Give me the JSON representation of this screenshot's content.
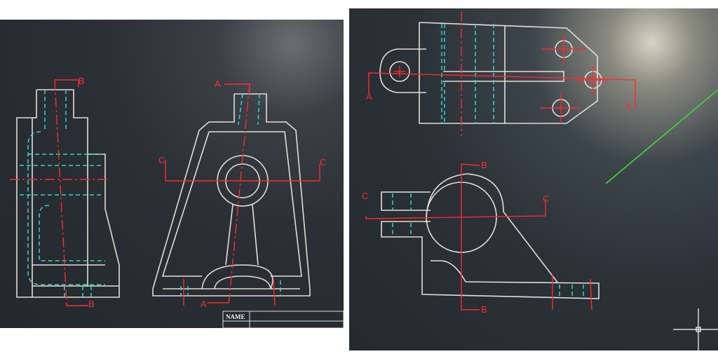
{
  "title_block": {
    "name_label": "NAME"
  },
  "section_labels": {
    "side_view_top": "B",
    "side_view_bottom": "B",
    "front_view_top": "A",
    "front_view_bottom": "A",
    "front_view_left": "C",
    "front_view_right": "C",
    "top_view_left": "A",
    "top_view_right": "A",
    "bottom_view_top": "B",
    "bottom_view_bottom": "B",
    "bottom_view_left": "C",
    "bottom_view_right": "C"
  },
  "colors": {
    "outline": "#e8dcd2",
    "hidden": "#2fd6d0",
    "center": "#ff2a2a",
    "accent": "#3ddc2e"
  }
}
